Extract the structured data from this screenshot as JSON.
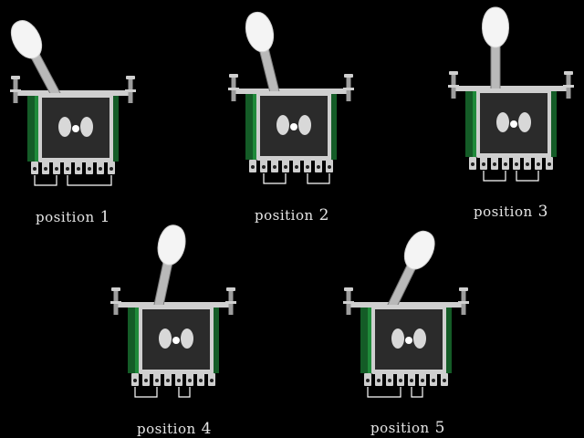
{
  "diagram": {
    "background": "#000000",
    "colors": {
      "board": "#1f8a3a",
      "board_dark": "#145c27",
      "plate": "#2b2b2b",
      "metal": "#cfcfcf",
      "lever": "#b9b9b9",
      "tip": "#f4f4f4",
      "wire": "#ffffff",
      "caption": "#e6e6e6"
    },
    "switches": [
      {
        "label": "position",
        "number": "1",
        "lever_angle_deg": -28,
        "bridges": [
          [
            1,
            3
          ],
          [
            4,
            8
          ]
        ]
      },
      {
        "label": "position",
        "number": "2",
        "lever_angle_deg": -14,
        "bridges": [
          [
            2,
            4
          ],
          [
            6,
            8
          ]
        ]
      },
      {
        "label": "position",
        "number": "3",
        "lever_angle_deg": 0,
        "bridges": [
          [
            2,
            4
          ],
          [
            5,
            7
          ]
        ]
      },
      {
        "label": "position",
        "number": "4",
        "lever_angle_deg": 12,
        "bridges": [
          [
            1,
            3
          ],
          [
            5,
            6
          ]
        ]
      },
      {
        "label": "position",
        "number": "5",
        "lever_angle_deg": 26,
        "bridges": [
          [
            1,
            4
          ],
          [
            5,
            6
          ]
        ]
      }
    ]
  }
}
